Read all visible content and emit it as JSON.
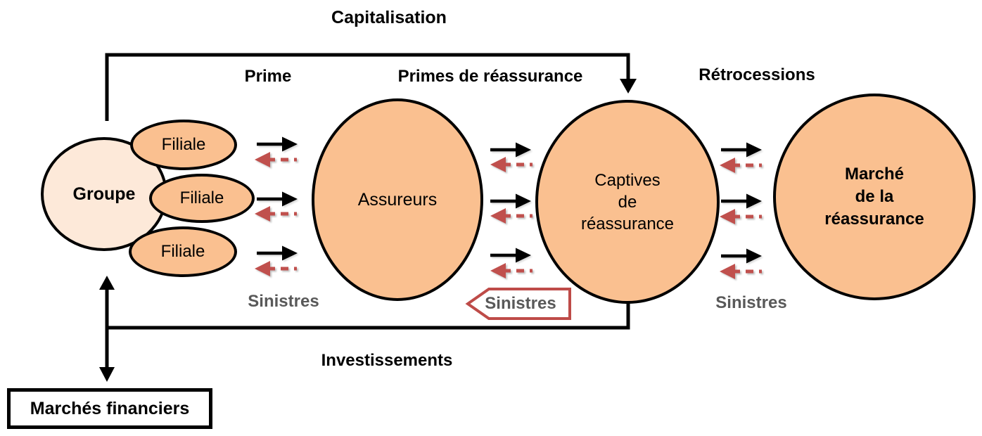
{
  "labels": {
    "capitalisation": "Capitalisation",
    "prime": "Prime",
    "primes_de_reassurance": "Primes de réassurance",
    "retrocessions": "Rétrocessions",
    "investissements": "Investissements",
    "sinistres_left": "Sinistres",
    "sinistres_middle": "Sinistres",
    "sinistres_right": "Sinistres"
  },
  "nodes": {
    "groupe": {
      "label": "Groupe"
    },
    "filiales": [
      "Filiale",
      "Filiale",
      "Filiale"
    ],
    "assureurs": {
      "label": "Assureurs"
    },
    "captives": {
      "lines": [
        "Captives",
        "de",
        "réassurance"
      ]
    },
    "marche": {
      "lines": [
        "Marché",
        "de la",
        "réassurance"
      ]
    },
    "marches_financiers": {
      "label": "Marchés financiers"
    }
  },
  "colors": {
    "node_fill": "#FAC090",
    "group_fill": "#FDE9D9",
    "outline": "#000000",
    "claims_red": "#C0504D",
    "sinistres_box_red": "#BE4B48",
    "gray_text": "#595959"
  }
}
